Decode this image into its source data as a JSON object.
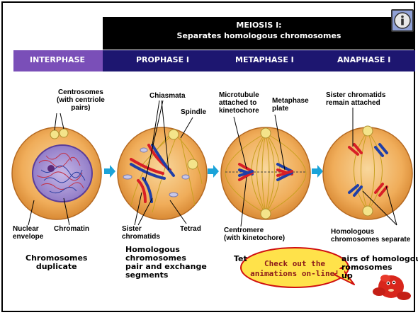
{
  "banner": {
    "title": "MEIOSIS I:",
    "subtitle": "Separates homologous chromosomes"
  },
  "info_button": {
    "icon": "info-icon"
  },
  "phases": [
    "INTERPHASE",
    "PROPHASE I",
    "METAPHASE I",
    "ANAPHASE I"
  ],
  "labels": {
    "centrosomes": [
      "Centrosomes",
      "(with centriole",
      "pairs)"
    ],
    "chiasmata": "Chiasmata",
    "spindle": "Spindle",
    "microtubule": [
      "Microtubule",
      "attached to",
      "kinetochore"
    ],
    "metaphase_plate": [
      "Metaphase",
      "plate"
    ],
    "sister_remain": [
      "Sister chromatids",
      "remain attached"
    ],
    "nuclear_envelope": [
      "Nuclear",
      "envelope"
    ],
    "chromatin": "Chromatin",
    "sister_chromatids": [
      "Sister",
      "chromatids"
    ],
    "tetrad": "Tetrad",
    "centromere": [
      "Centromere",
      "(with kinetochore)"
    ],
    "homologous_separate": [
      "Homologous",
      "chromosomes separate"
    ]
  },
  "captions": {
    "interphase": [
      "Chromosomes",
      "duplicate"
    ],
    "prophase": [
      "Homologous",
      "chromosomes",
      "pair and exchange",
      "segments"
    ],
    "metaphase_partial": "Tet",
    "anaphase_partial": [
      "airs of homologous",
      "romosomes",
      "up"
    ]
  },
  "bubble": {
    "line1": "Check out the",
    "line2": "animations on-line!"
  },
  "colors": {
    "phase_bar": "#1d1670",
    "interphase_bar": "#7a4fb8",
    "cell": "#f2b062",
    "chromosome_red": "#d81f26",
    "chromosome_blue": "#1f3fa8",
    "arrow": "#1aa3d9",
    "bubble_fill": "#ffe24a",
    "bubble_border": "#d01010"
  }
}
